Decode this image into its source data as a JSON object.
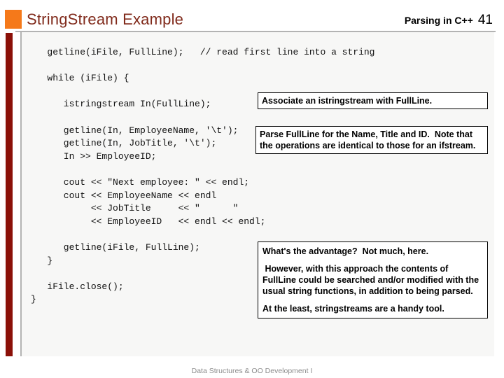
{
  "header": {
    "title": "StringStream Example",
    "context": "Parsing in C++",
    "page_number": "41"
  },
  "code": {
    "text": "   getline(iFile, FullLine);   // read first line into a string\n\n   while (iFile) {\n\n      istringstream In(FullLine);\n\n      getline(In, EmployeeName, '\\t');\n      getline(In, JobTitle, '\\t');\n      In >> EmployeeID;\n\n      cout << \"Next employee: \" << endl;\n      cout << EmployeeName << endl\n           << JobTitle     << \"      \"\n           << EmployeeID   << endl << endl;\n\n      getline(iFile, FullLine);\n   }\n\n   iFile.close();\n}"
  },
  "callouts": [
    {
      "text": "Associate an istringstream with FullLine."
    },
    {
      "text": "Parse FullLine for the Name, Title and ID.  Note that the operations are identical to those for an ifstream."
    },
    {
      "paragraphs": [
        "What's the advantage?  Not much, here.",
        " However, with this approach the contents of FullLine could be searched and/or modified with the usual string functions, in addition to being parsed.",
        "At the least, stringstreams are a handy tool."
      ]
    }
  ],
  "footer": {
    "text": "Data Structures & OO Development I"
  },
  "colors": {
    "accent_orange": "#F5791A",
    "title_maroon": "#802A1B",
    "sidebar_maroon": "#8B1008",
    "border_gray": "#B3B3B3",
    "content_background": "#F7F7F6",
    "callout_border": "#000000"
  }
}
